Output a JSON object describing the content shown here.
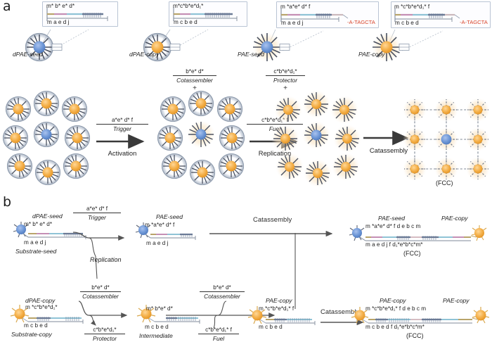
{
  "figure": {
    "panels": [
      {
        "id": "a",
        "letter": "a"
      },
      {
        "id": "b",
        "letter": "b"
      }
    ]
  },
  "panel_a": {
    "schematics": [
      {
        "name": "dPAE-seed",
        "core": "blue",
        "shell": "ring",
        "top_domains": "m*  b*  e*  d*",
        "bottom_domains": "m  a  e  d  j",
        "has_overhang": false
      },
      {
        "name": "dPAE-copy",
        "core": "orange",
        "shell": "ring",
        "top_domains": "m*c*b*e*d₁*",
        "bottom_domains": "m c b e d",
        "has_overhang": false
      },
      {
        "name": "PAE-seed",
        "core": "blue",
        "shell": "star",
        "top_domains": "m *a*e* d*   f",
        "bottom_domains": "m a e d  j",
        "has_overhang": true,
        "overhang": "-A-TAGCTA"
      },
      {
        "name": "PAE-copy",
        "core": "orange",
        "shell": "star",
        "top_domains": "m *c*b*e*d₁*  f",
        "bottom_domains": "m c b e d",
        "has_overhang": true,
        "overhang": "-A-TAGCTA"
      }
    ],
    "reactions": [
      {
        "id": "activation",
        "reagent_top": "a*e* d*  f",
        "reagent_bottom": "Trigger",
        "name": "Activation"
      },
      {
        "id": "replication",
        "reagent_top": "c*b*e*d₁* f",
        "reagent_bottom": "Fuel",
        "name": "Replication",
        "above_top": "b*e* d*",
        "above_bottom": "Cotassembler",
        "above_plus": "+"
      },
      {
        "id": "catassembly",
        "reagent_top": "",
        "reagent_bottom": "",
        "name": "Catassembly",
        "above_top": "c*b*e*d₁*",
        "above_bottom": "Protector",
        "above_plus": "+"
      }
    ],
    "lattice_label": "(FCC)"
  },
  "panel_b": {
    "top_row": {
      "left": {
        "title": "dPAE-seed",
        "top_domains": "m*  b*  e*  d*",
        "bottom_domains": "m  a  e  d  j",
        "substrate": "Substrate-seed",
        "core": "blue"
      },
      "reaction": {
        "top": "a*e* d*  f",
        "bottom": "Trigger",
        "branch": "Replication"
      },
      "middle": {
        "title": "PAE-seed",
        "top_domains": "m *a*e* d*   f",
        "bottom_domains": "m a e d  j",
        "core": "blue"
      },
      "long_arrow_label": "Catassembly",
      "product": {
        "left_title": "PAE-seed",
        "right_title": "PAE-copy",
        "top_domains": "m *a*e* d*   f   d  e  b  c  m",
        "bottom_domains": "m a e d  j  f  d₁*e*b*c*m*",
        "lattice": "(FCC)",
        "left_core": "blue",
        "right_core": "orange"
      }
    },
    "bottom_row": {
      "left": {
        "title": "dPAE-copy",
        "top_domains": "m *c*b*e*d₁*",
        "bottom_domains": "m  c  b  e  d",
        "substrate": "Substrate-copy",
        "core": "orange"
      },
      "reaction1": {
        "top": "b*e* d*",
        "bottom": "Cotassembler",
        "down_top": "c*b*e*d₁*",
        "down_bottom": "Protector"
      },
      "middle": {
        "title": "Intermediate",
        "top_domains": "m*   b*e* d*",
        "bottom_domains": "m c b e d",
        "core": "orange"
      },
      "reaction2": {
        "top": "b*e* d*",
        "bottom": "Cotassembler",
        "up_top": "c*b*e*d₁* f",
        "up_bottom": "Fuel"
      },
      "right": {
        "title": "PAE-copy",
        "top_domains": "m *c*b*e*d₁*  f",
        "bottom_domains": "m c b e d",
        "core": "orange"
      },
      "catassembly_label": "Catassembly",
      "product": {
        "left_title": "PAE-copy",
        "right_title": "PAE-copy",
        "top_domains": "m *c*b*e*d₁*  f   d  e  b  c  m",
        "bottom_domains": "m c b e d   f  d₁*e*b*c*m*",
        "lattice": "(FCC)",
        "left_core": "orange",
        "right_core": "orange"
      }
    }
  },
  "colors": {
    "seed_core": "#6e95d6",
    "copy_core": "#f0a93c",
    "ring_shell": "#9aa5b6",
    "star_halo": "#f3c98a",
    "arrow": "#3a3a3a",
    "callout_border": "#b9c4d4",
    "overhang_red": "#d9452a",
    "overhang_teal": "#2a9aa8"
  }
}
